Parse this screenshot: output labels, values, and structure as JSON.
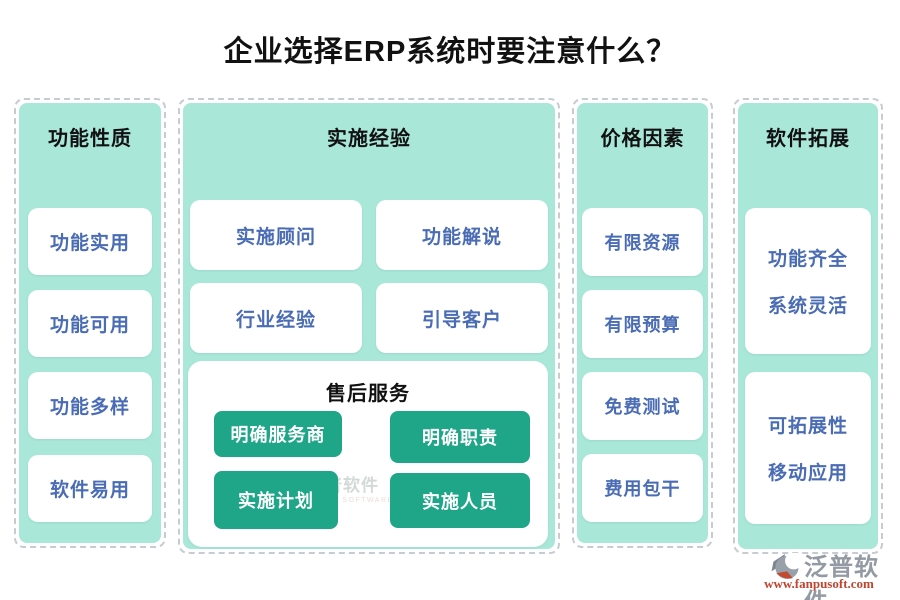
{
  "title": "企业选择ERP系统时要注意什么？",
  "columns": [
    {
      "header": "功能性质",
      "items": [
        "功能实用",
        "功能可用",
        "功能多样",
        "软件易用"
      ]
    },
    {
      "header": "实施经验",
      "items": [
        "实施顾问",
        "功能解说",
        "行业经验",
        "引导客户"
      ],
      "subpanel": {
        "title": "售后服务",
        "buttons": [
          "明确服务商",
          "明确职责",
          "实施计划",
          "实施人员"
        ]
      }
    },
    {
      "header": "价格因素",
      "items": [
        "有限资源",
        "有限预算",
        "免费测试",
        "费用包干"
      ]
    },
    {
      "header": "软件拓展",
      "cards": [
        {
          "lines": [
            "功能齐全",
            "系统灵活"
          ]
        },
        {
          "lines": [
            "可拓展性",
            "移动应用"
          ]
        }
      ]
    }
  ],
  "watermark_center": {
    "brand": "泛普软件",
    "subtext": "FANPU SOFTWARE"
  },
  "logo": {
    "brand": "泛普软件",
    "url": "www.fanpusoft.com"
  },
  "colors": {
    "panel_mint": "#a9e7d9",
    "accent_green": "#1fa588",
    "item_text_blue": "#4a6cb5",
    "dash_border": "#c6ccd2",
    "brand_gray": "#939aa3",
    "url_red": "#bf4530",
    "title_black": "#111111"
  }
}
